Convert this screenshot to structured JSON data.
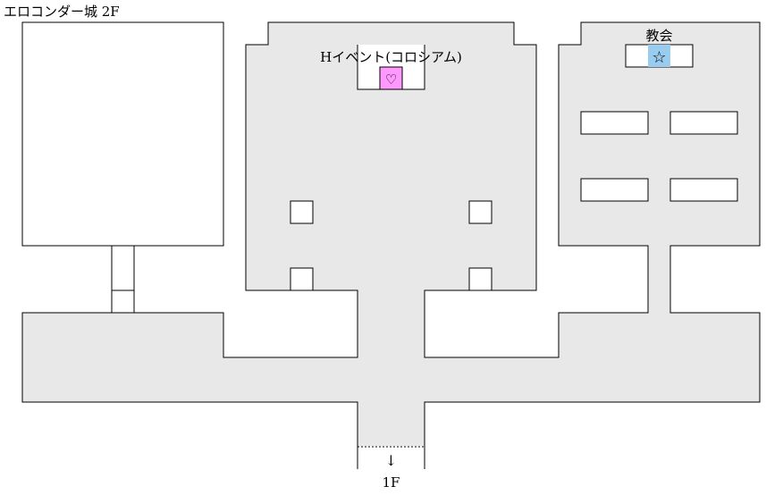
{
  "map": {
    "title": "エロコンダー城 2F",
    "rooms": {
      "colosseum_label": "Hイベント(コロシアム)",
      "colosseum_marker": "♡",
      "church_label": "教会",
      "church_marker": "☆"
    },
    "exit": {
      "arrow": "↓",
      "label": "1F"
    },
    "colors": {
      "floor": "#e8e8e8",
      "heart_tile": "#ff99ff",
      "star_tile": "#99ccee"
    }
  }
}
